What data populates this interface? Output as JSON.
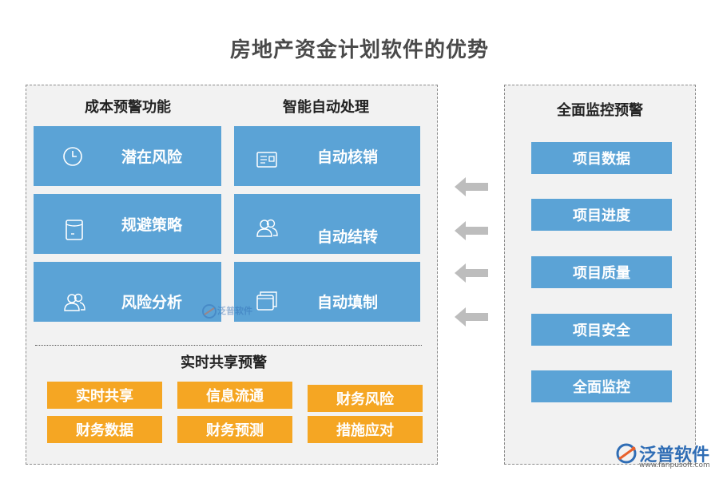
{
  "title": "房地产资金计划软件的优势",
  "cost_warning": {
    "heading": "成本预警功能",
    "items": [
      {
        "label": "潜在风险",
        "icon": "clock-icon"
      },
      {
        "label": "规避策略",
        "icon": "document-icon"
      },
      {
        "label": "风险分析",
        "icon": "users-icon"
      }
    ]
  },
  "auto_processing": {
    "heading": "智能自动处理",
    "items": [
      {
        "label": "自动核销",
        "icon": "form-icon"
      },
      {
        "label": "自动结转",
        "icon": "users-icon"
      },
      {
        "label": "自动填制",
        "icon": "windows-icon"
      }
    ]
  },
  "realtime_sharing": {
    "heading": "实时共享预警",
    "items": [
      "实时共享",
      "信息流通",
      "财务风险",
      "财务数据",
      "财务预测",
      "措施应对"
    ]
  },
  "full_monitoring": {
    "heading": "全面监控预警",
    "items": [
      "项目数据",
      "项目进度",
      "项目质量",
      "项目安全",
      "全面监控"
    ]
  },
  "brand": {
    "name": "泛普软件",
    "url": "www.fanpusoft.com",
    "watermark": "泛普软件"
  },
  "colors": {
    "blue_tile": "#5ba3d6",
    "orange_tile": "#f5a623",
    "arrow": "#bdbdbd",
    "panel_bg": "#f2f2f2"
  }
}
